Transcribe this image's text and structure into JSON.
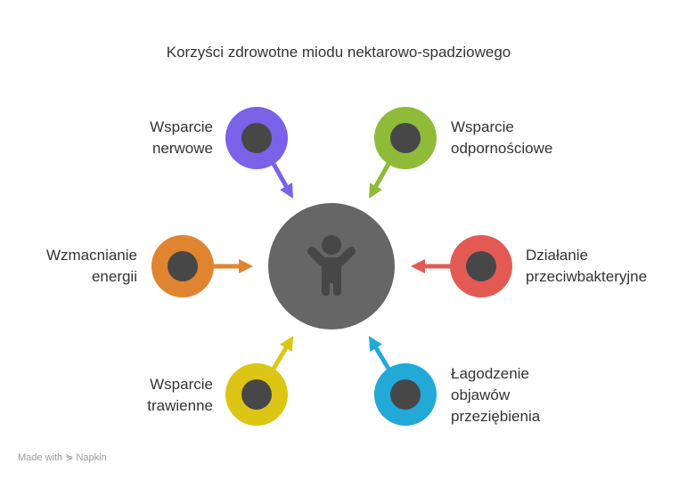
{
  "title": "Korzyści zdrowotne miodu nektarowo-spadziowego",
  "items": [
    {
      "label": "Wsparcie nerwowe",
      "lines": [
        "Wsparcie",
        "nerwowe"
      ],
      "color": "#7B61E8",
      "icon": "brain-icon"
    },
    {
      "label": "Wsparcie odpornościowe",
      "lines": [
        "Wsparcie",
        "odpornościowe"
      ],
      "color": "#8FBB38",
      "icon": "shield-baby-icon"
    },
    {
      "label": "Wzmacnianie energii",
      "lines": [
        "Wzmacnianie",
        "energii"
      ],
      "color": "#E08430",
      "icon": "falling-person-icon"
    },
    {
      "label": "Działanie przeciwbakteryjne",
      "lines": [
        "Działanie",
        "przeciwbakteryjne"
      ],
      "color": "#E35A55",
      "icon": "virus-search-icon"
    },
    {
      "label": "Wsparcie trawienne",
      "lines": [
        "Wsparcie",
        "trawienne"
      ],
      "color": "#DDC515",
      "icon": "happy-drop-icon"
    },
    {
      "label": "Łagodzenie objawów przeziębienia",
      "lines": [
        "Łagodzenie",
        "objawów",
        "przeziębienia"
      ],
      "color": "#23A9D8",
      "icon": "sick-face-icon"
    }
  ],
  "center": {
    "color": "#666666",
    "icon": "child-icon"
  },
  "footer": "Made with ⋟ Napkin"
}
